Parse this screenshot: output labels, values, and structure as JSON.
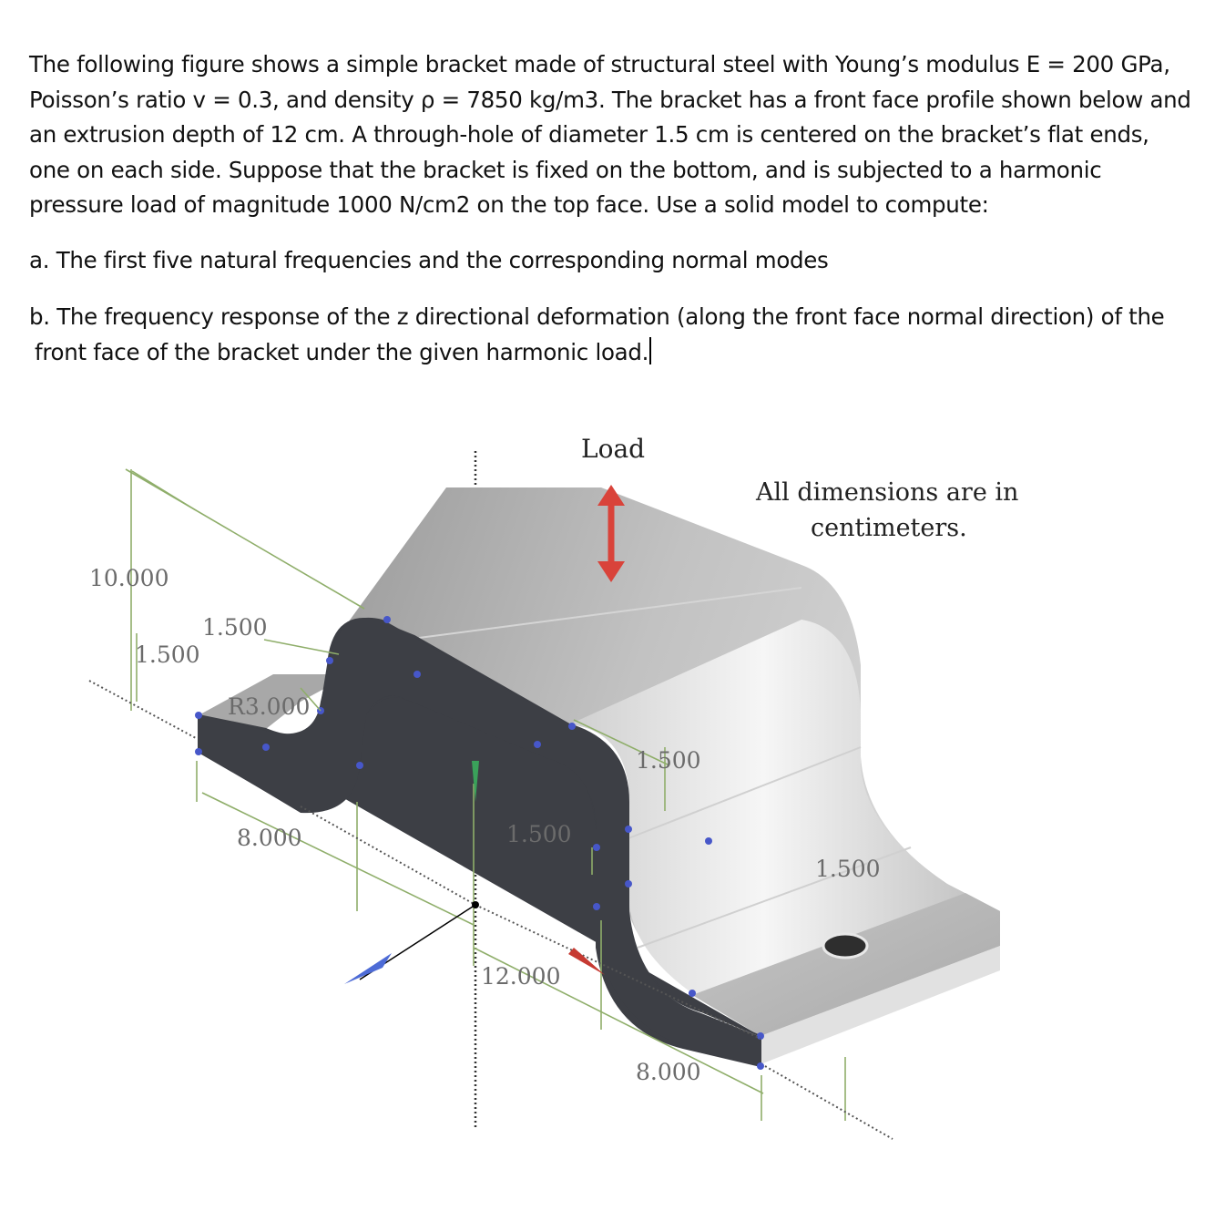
{
  "problem": {
    "intro": "The following figure shows a simple bracket made of structural steel with Young’s modulus E = 200 GPa, Poisson’s ratio v = 0.3, and density ρ = 7850 kg/m3. The bracket has a front face profile shown below and an extrusion depth of 12 cm. A through-hole of diameter 1.5 cm is centered on the bracket’s flat ends, one on each side. Suppose that the bracket is fixed on the bottom, and is subjected to a harmonic pressure load of magnitude 1000 N/cm2 on the top face. Use a solid model to compute:",
    "item_a": "a. The first five natural frequencies and the corresponding normal modes",
    "item_b": "b. The frequency response of the z directional deformation (along the front face normal direction) of the front face of the bracket under the given harmonic load."
  },
  "figure": {
    "load_label": "Load",
    "note_line1": "All dimensions are in",
    "note_line2": "centimeters.",
    "dims": {
      "height_total": "10.000",
      "thickness_left_top": "1.500",
      "thickness_left_side": "1.500",
      "radius": "R3.000",
      "flange_left": "8.000",
      "thickness_inner": "1.500",
      "thickness_vertical": "1.500",
      "top_width": "12.000",
      "flange_right": "8.000",
      "thickness_right": "1.500"
    },
    "colors": {
      "face_dark": "#3d3f45",
      "body_gray": "#bdbdbd",
      "dim_line": "#8fae6a",
      "load_arrow": "#d9433a",
      "vertex_blue": "#4757c9"
    }
  }
}
